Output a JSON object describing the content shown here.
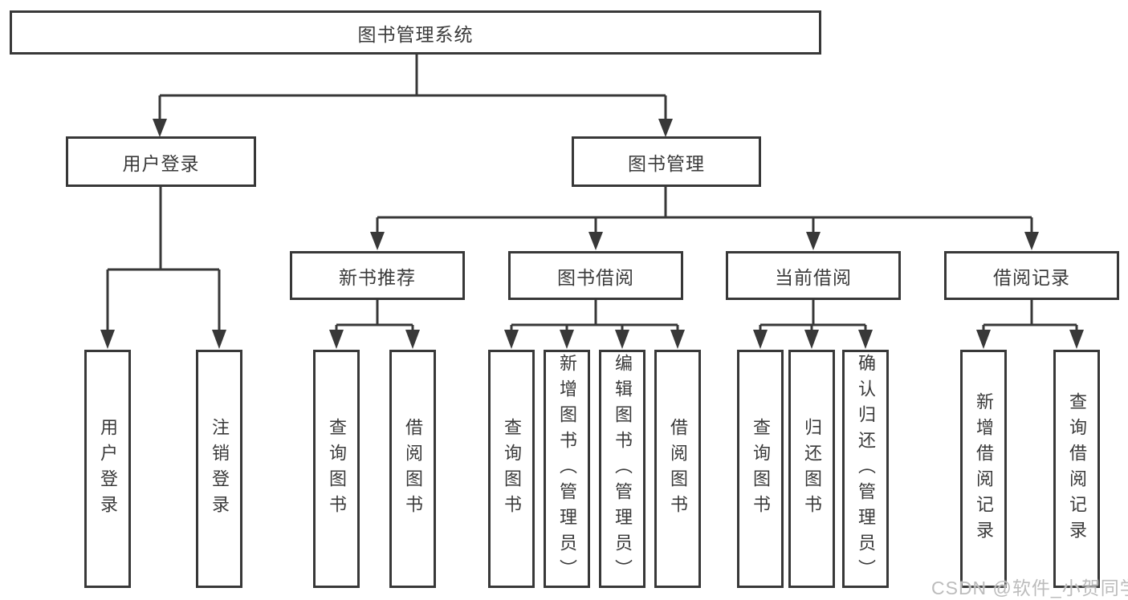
{
  "diagram": {
    "root": "图书管理系统",
    "level2": {
      "user_login": "用户登录",
      "book_mgmt": "图书管理"
    },
    "level3": {
      "new_books": "新书推荐",
      "borrowing": "图书借阅",
      "current": "当前借阅",
      "records": "借阅记录"
    },
    "leaves": {
      "user_login_login": "用户登录",
      "user_login_logout": "注销登录",
      "new_books_query": "查询图书",
      "new_books_borrow": "借阅图书",
      "borrowing_query": "查询图书",
      "borrowing_add": "新增图书（管理员）",
      "borrowing_edit": "编辑图书（管理员）",
      "borrowing_borrow": "借阅图书",
      "current_query": "查询图书",
      "current_return": "归还图书",
      "current_confirm": "确认归还（管理员）",
      "records_add": "新增借阅记录",
      "records_query": "查询借阅记录"
    }
  },
  "watermark": "CSDN @软件_小贺同学",
  "colors": {
    "line": "#383838",
    "text": "#3a3a3a",
    "watermark": "#bcbcbc",
    "background": "#ffffff"
  }
}
